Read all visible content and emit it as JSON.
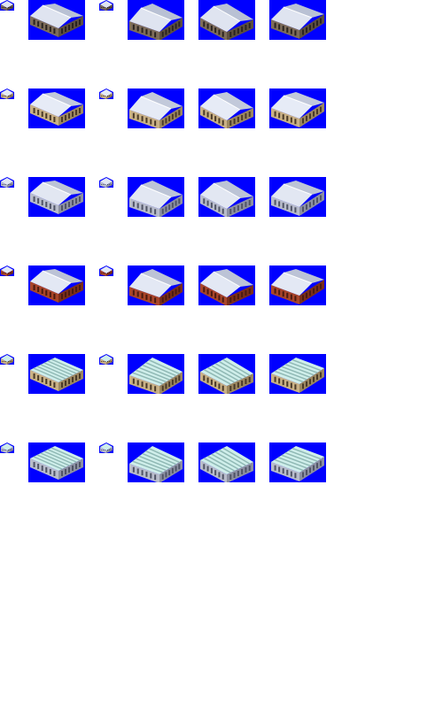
{
  "sheet": {
    "background": "#ffffff",
    "tile_background": "#0000ff"
  },
  "icons": {
    "marker": "palette-swatch-icon",
    "tile": "building-sprite-icon"
  },
  "rows": [
    {
      "name": "stone-warehouse",
      "variant": "pitched-roof",
      "roof": "#dfe4f0",
      "roof_dark": "#b9c1d4",
      "wall": "#7d6c5a",
      "wall_dark": "#5c4e40",
      "window": "#2a2420",
      "kind": "pitched"
    },
    {
      "name": "sandstone-warehouse",
      "variant": "pitched-roof",
      "roof": "#e6ebf6",
      "roof_dark": "#c2c9da",
      "wall": "#c9b186",
      "wall_dark": "#9c8760",
      "window": "#4a3a28",
      "kind": "pitched"
    },
    {
      "name": "grey-warehouse",
      "variant": "pitched-roof",
      "roof": "#e2e7f2",
      "roof_dark": "#bcc4d6",
      "wall": "#b8bccb",
      "wall_dark": "#8c90a2",
      "window": "#505466",
      "kind": "pitched"
    },
    {
      "name": "brick-warehouse",
      "variant": "pitched-roof",
      "roof": "#e3e8f4",
      "roof_dark": "#bcc3d6",
      "wall": "#a8452a",
      "wall_dark": "#7a2e1a",
      "window": "#4a1a10",
      "kind": "pitched"
    },
    {
      "name": "sandstone-sawtooth",
      "variant": "sawtooth-roof",
      "roof": "#cfeeea",
      "roof_dark": "#8fb8b4",
      "wall": "#c9b186",
      "wall_dark": "#9c8760",
      "window": "#4a3a28",
      "kind": "saw"
    },
    {
      "name": "grey-sawtooth",
      "variant": "sawtooth-roof",
      "roof": "#cfeeea",
      "roof_dark": "#8fb8b4",
      "wall": "#b8bccb",
      "wall_dark": "#8c90a2",
      "window": "#505466",
      "kind": "saw"
    }
  ]
}
